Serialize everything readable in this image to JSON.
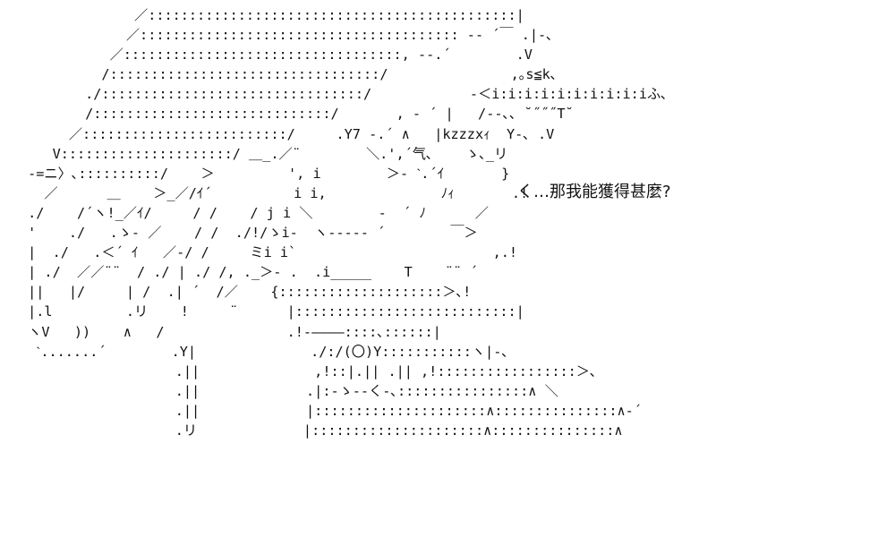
{
  "background_color": "#ffffff",
  "text_color": "#111111",
  "ascii_art": {
    "lines": [
      "              ／:::::::::::::::::::::::::::::::::::::::::::::|",
      "             ／::::::::::::::::::::::::::::::::::::::: ‐‐ ´￣ .|‐､",
      "           ／::::::::::::::::::::::::::::::::::, ‐‐.´        .V",
      "          /:::::::::::::::::::::::::::::::::/               ,｡s≦k､",
      "        ./::::::::::::::::::::::::::::::::/            ‐＜i:i:i:i:i:i:i:i:i:iふ､",
      "        /:::::::::::::::::::::::::::::/       , ‐ ´ |   /‐‐､､ ˘˝˝˝T˘",
      "      ／:::::::::::::::::::::::::/     .Y7 ‐.´ ∧   |kzzzxｨ  Y‐､ .V",
      "    V:::::::::::::::::::::/ ＿_.／¨        ＼.',´气､    ゝ､_リ",
      " ‐=ニ〉､::::::::::/    ＞         ', i        ＞‐ ˋ.´ｲ       }",
      "   ／      ＿    ＞_／/ｲ´          i i,              ﾉｨ       .!",
      " ./    /´ヽ!_／ｲ/     / /    / j i ＼        ‐  ´ ﾉ      ／",
      " '    ./   .ゝ‐ ／    / /  ./!/ゝi‐  ヽ‐‐‐‐‐ ´        ￣＞",
      " |  ./   .＜´ ｲ   ／‐/ /     ミi i`                        ,.!",
      " | ./  ／／¨¨  / ./ | ./ /, ._＞‐ .  .i_____    T    ¨¨ ´",
      " ||   |/     | /  .| ´  /／    {::::::::::::::::::::＞､!",
      " |.l         .リ    !     ¨      |:::::::::::::::::::::::::::|",
      " ヽV   ))    ∧   /               .!‐――――::::､::::::|",
      "  ˋ.......´        .Y|              ./:/(〇)Y:::::::::::ヽ|‐､",
      "                   .||              ,!::|.|| .|| ,!:::::::::::::::::＞､",
      "                   .||             .|:‐ゝ‐‐く‐､::::::::::::::::∧ ＼",
      "                   .||             |:::::::::::::::::::::∧:::::::::::::::∧‐´",
      "                   .リ             |:::::::::::::::::::::∧:::::::::::::::∧"
    ]
  },
  "speech_text": "く…那我能獲得甚麼?"
}
